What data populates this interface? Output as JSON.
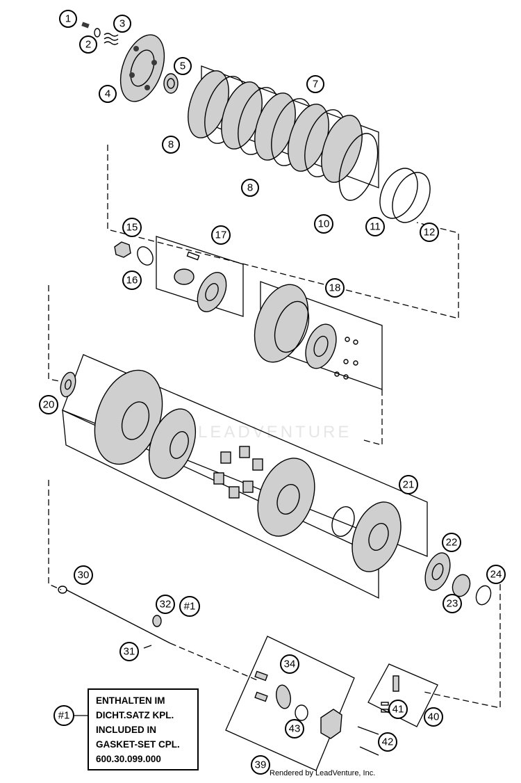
{
  "callouts": {
    "c1": "1",
    "c2": "2",
    "c3": "3",
    "c4": "4",
    "c5": "5",
    "c7": "7",
    "c8a": "8",
    "c8b": "8",
    "c10": "10",
    "c11": "11",
    "c12": "12",
    "c15": "15",
    "c16": "16",
    "c17": "17",
    "c18": "18",
    "c20": "20",
    "c21": "21",
    "c22": "22",
    "c23": "23",
    "c24": "24",
    "c30": "30",
    "c31": "31",
    "c32": "32",
    "c32ref": "#1",
    "c34": "34",
    "c39": "39",
    "c40": "40",
    "c41": "41",
    "c42": "42",
    "c43": "43",
    "cnote": "#1"
  },
  "note": {
    "lines": [
      "ENTHALTEN IM",
      "DICHT.SATZ KPL.",
      "INCLUDED IN",
      "GASKET-SET CPL.",
      "600.30.099.000"
    ]
  },
  "footer": "Rendered by LeadVenture, Inc.",
  "watermark": "LEADVENTURE"
}
